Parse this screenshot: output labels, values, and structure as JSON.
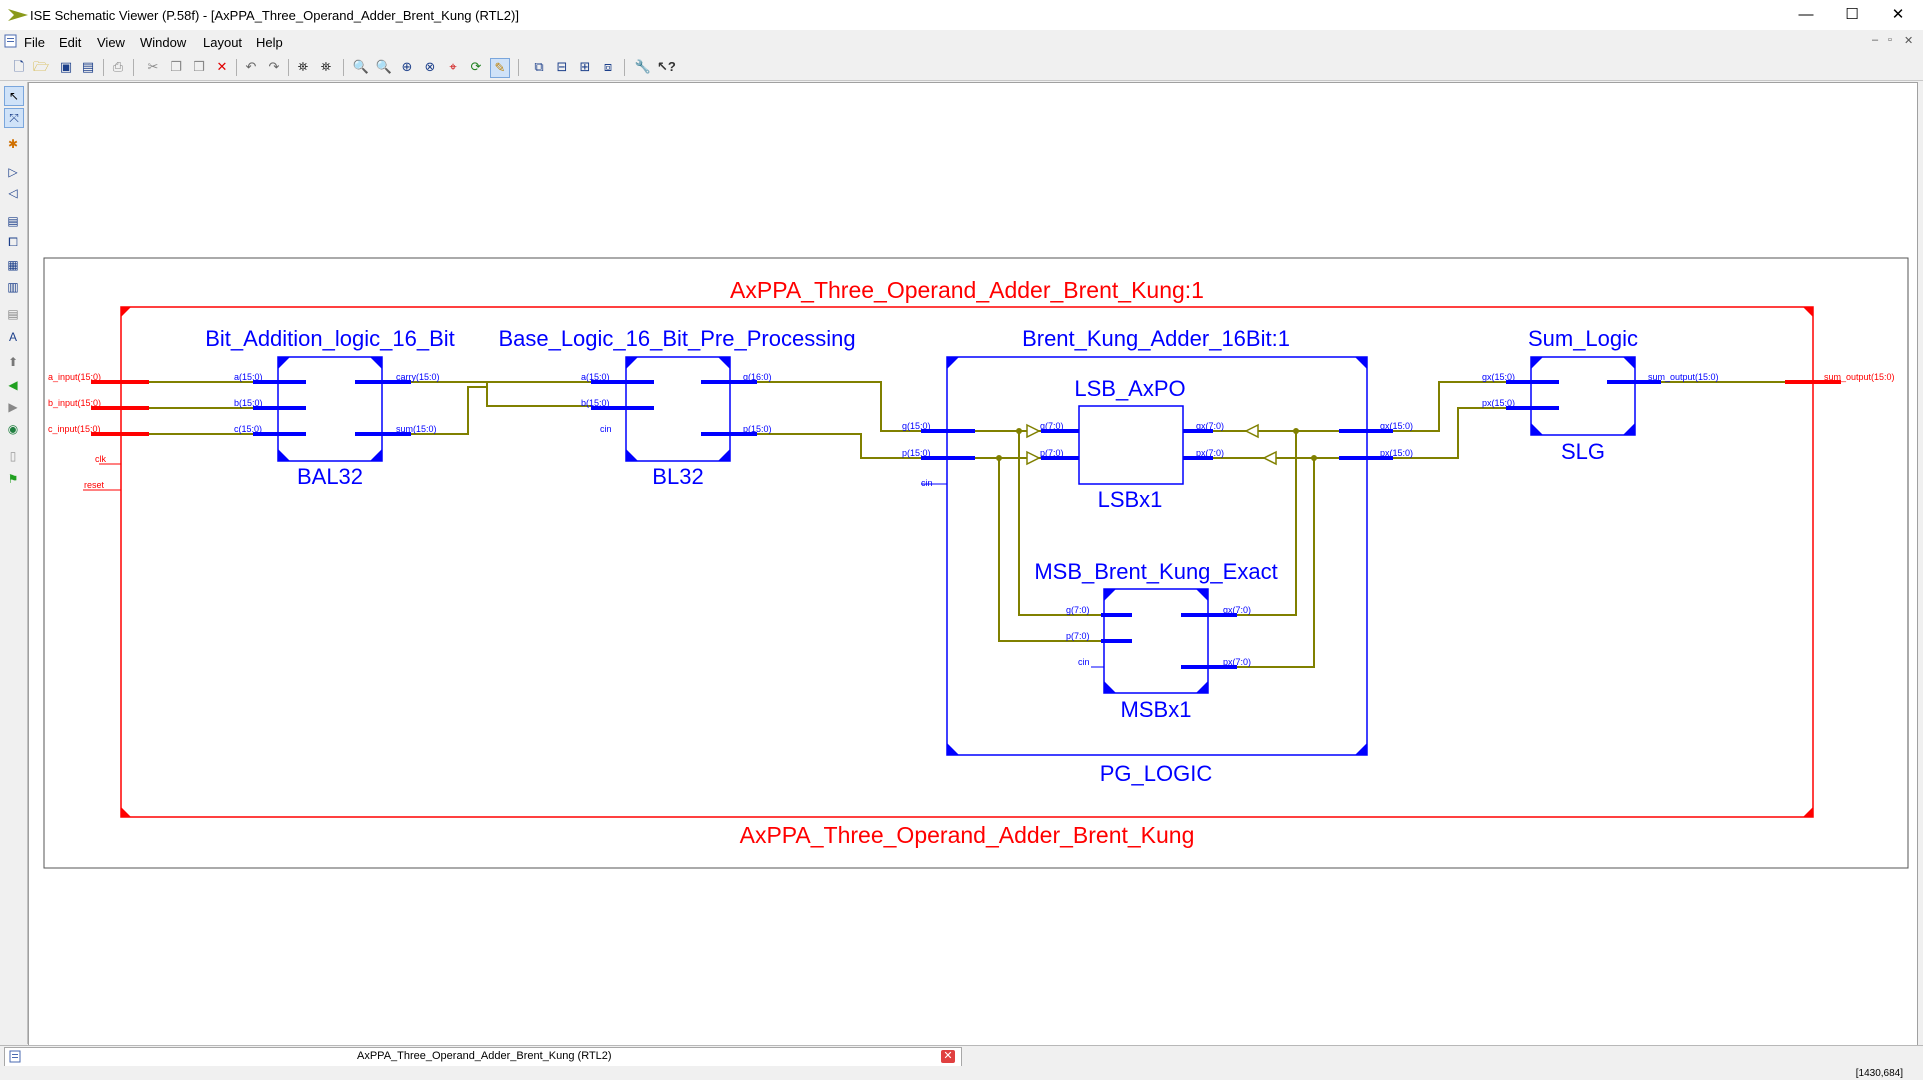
{
  "window": {
    "title": "ISE Schematic Viewer (P.58f) - [AxPPA_Three_Operand_Adder_Brent_Kung (RTL2)]",
    "minimize": "—",
    "maximize": "☐",
    "close": "✕"
  },
  "menu": {
    "items": [
      "File",
      "Edit",
      "View",
      "Window",
      "Layout",
      "Help"
    ]
  },
  "mdi_controls": [
    "–",
    "▫",
    "✕"
  ],
  "toolbar": {
    "icons": [
      "new-icon",
      "open-icon",
      "save-icon",
      "save-all-icon",
      "print-icon",
      "cut-icon",
      "copy-icon",
      "paste-icon",
      "delete-icon",
      "undo-icon",
      "redo-icon",
      "find-icon",
      "find-next-icon",
      "zoom-in-icon",
      "zoom-out-icon",
      "zoom-full-icon",
      "zoom-box-icon",
      "zoom-select-icon",
      "refresh-icon",
      "highlight-icon",
      "cascade-icon",
      "tile-h-icon",
      "tile-v-icon",
      "arrange-icon",
      "options-icon",
      "help-pointer-icon"
    ]
  },
  "left_tools": {
    "icons": [
      "select-icon",
      "route-icon",
      "add-marker-icon",
      "expand-input-icon",
      "expand-output-icon",
      "push-into-icon",
      "pop-icon",
      "show-ports-icon",
      "hide-ports-icon",
      "properties-icon",
      "text-icon",
      "mark-icon",
      "back-icon",
      "forward-icon",
      "locate-icon",
      "page-icon",
      "flag-icon"
    ]
  },
  "schematic": {
    "top_title": "AxPPA_Three_Operand_Adder_Brent_Kung:1",
    "bottom_title": "AxPPA_Three_Operand_Adder_Brent_Kung",
    "inputs": [
      "a_input(15:0)",
      "b_input(15:0)",
      "c_input(15:0)",
      "clk",
      "reset"
    ],
    "output": "sum_output(15:0)",
    "blocks": {
      "bal": {
        "title": "Bit_Addition_logic_16_Bit",
        "instance": "BAL32",
        "in_ports": [
          "a(15:0)",
          "b(15:0)",
          "c(15:0)"
        ],
        "out_ports": [
          "carry(15:0)",
          "sum(15:0)"
        ]
      },
      "bl": {
        "title": "Base_Logic_16_Bit_Pre_Processing",
        "instance": "BL32",
        "in_ports": [
          "a(15:0)",
          "b(15:0)",
          "cin"
        ],
        "out_ports": [
          "g(16:0)",
          "p(15:0)"
        ]
      },
      "bk": {
        "title": "Brent_Kung_Adder_16Bit:1",
        "instance": "PG_LOGIC",
        "in_ports": [
          "g(15:0)",
          "p(15:0)",
          "cin"
        ],
        "out_ports": [
          "gx(15:0)",
          "px(15:0)"
        ]
      },
      "lsb": {
        "title": "LSB_AxPO",
        "instance": "LSBx1",
        "in_ports": [
          "g(7:0)",
          "p(7:0)"
        ],
        "out_ports": [
          "gx(7:0)",
          "px(7:0)"
        ]
      },
      "msb": {
        "title": "MSB_Brent_Kung_Exact",
        "instance": "MSBx1",
        "in_ports": [
          "g(7:0)",
          "p(7:0)",
          "cin"
        ],
        "out_ports": [
          "gx(7:0)",
          "px(7:0)"
        ]
      },
      "slg": {
        "title": "Sum_Logic",
        "instance": "SLG",
        "in_ports": [
          "gx(15:0)",
          "px(15:0)"
        ],
        "out_ports": [
          "sum_output(15:0)"
        ]
      }
    }
  },
  "tab": {
    "label": "AxPPA_Three_Operand_Adder_Brent_Kung (RTL2)",
    "close": "✕"
  },
  "status": {
    "coords": "[1430,684]"
  },
  "colors": {
    "module": "#0000ff",
    "top": "#ff0000",
    "wire": "#808000",
    "bus": "#0000ff"
  }
}
